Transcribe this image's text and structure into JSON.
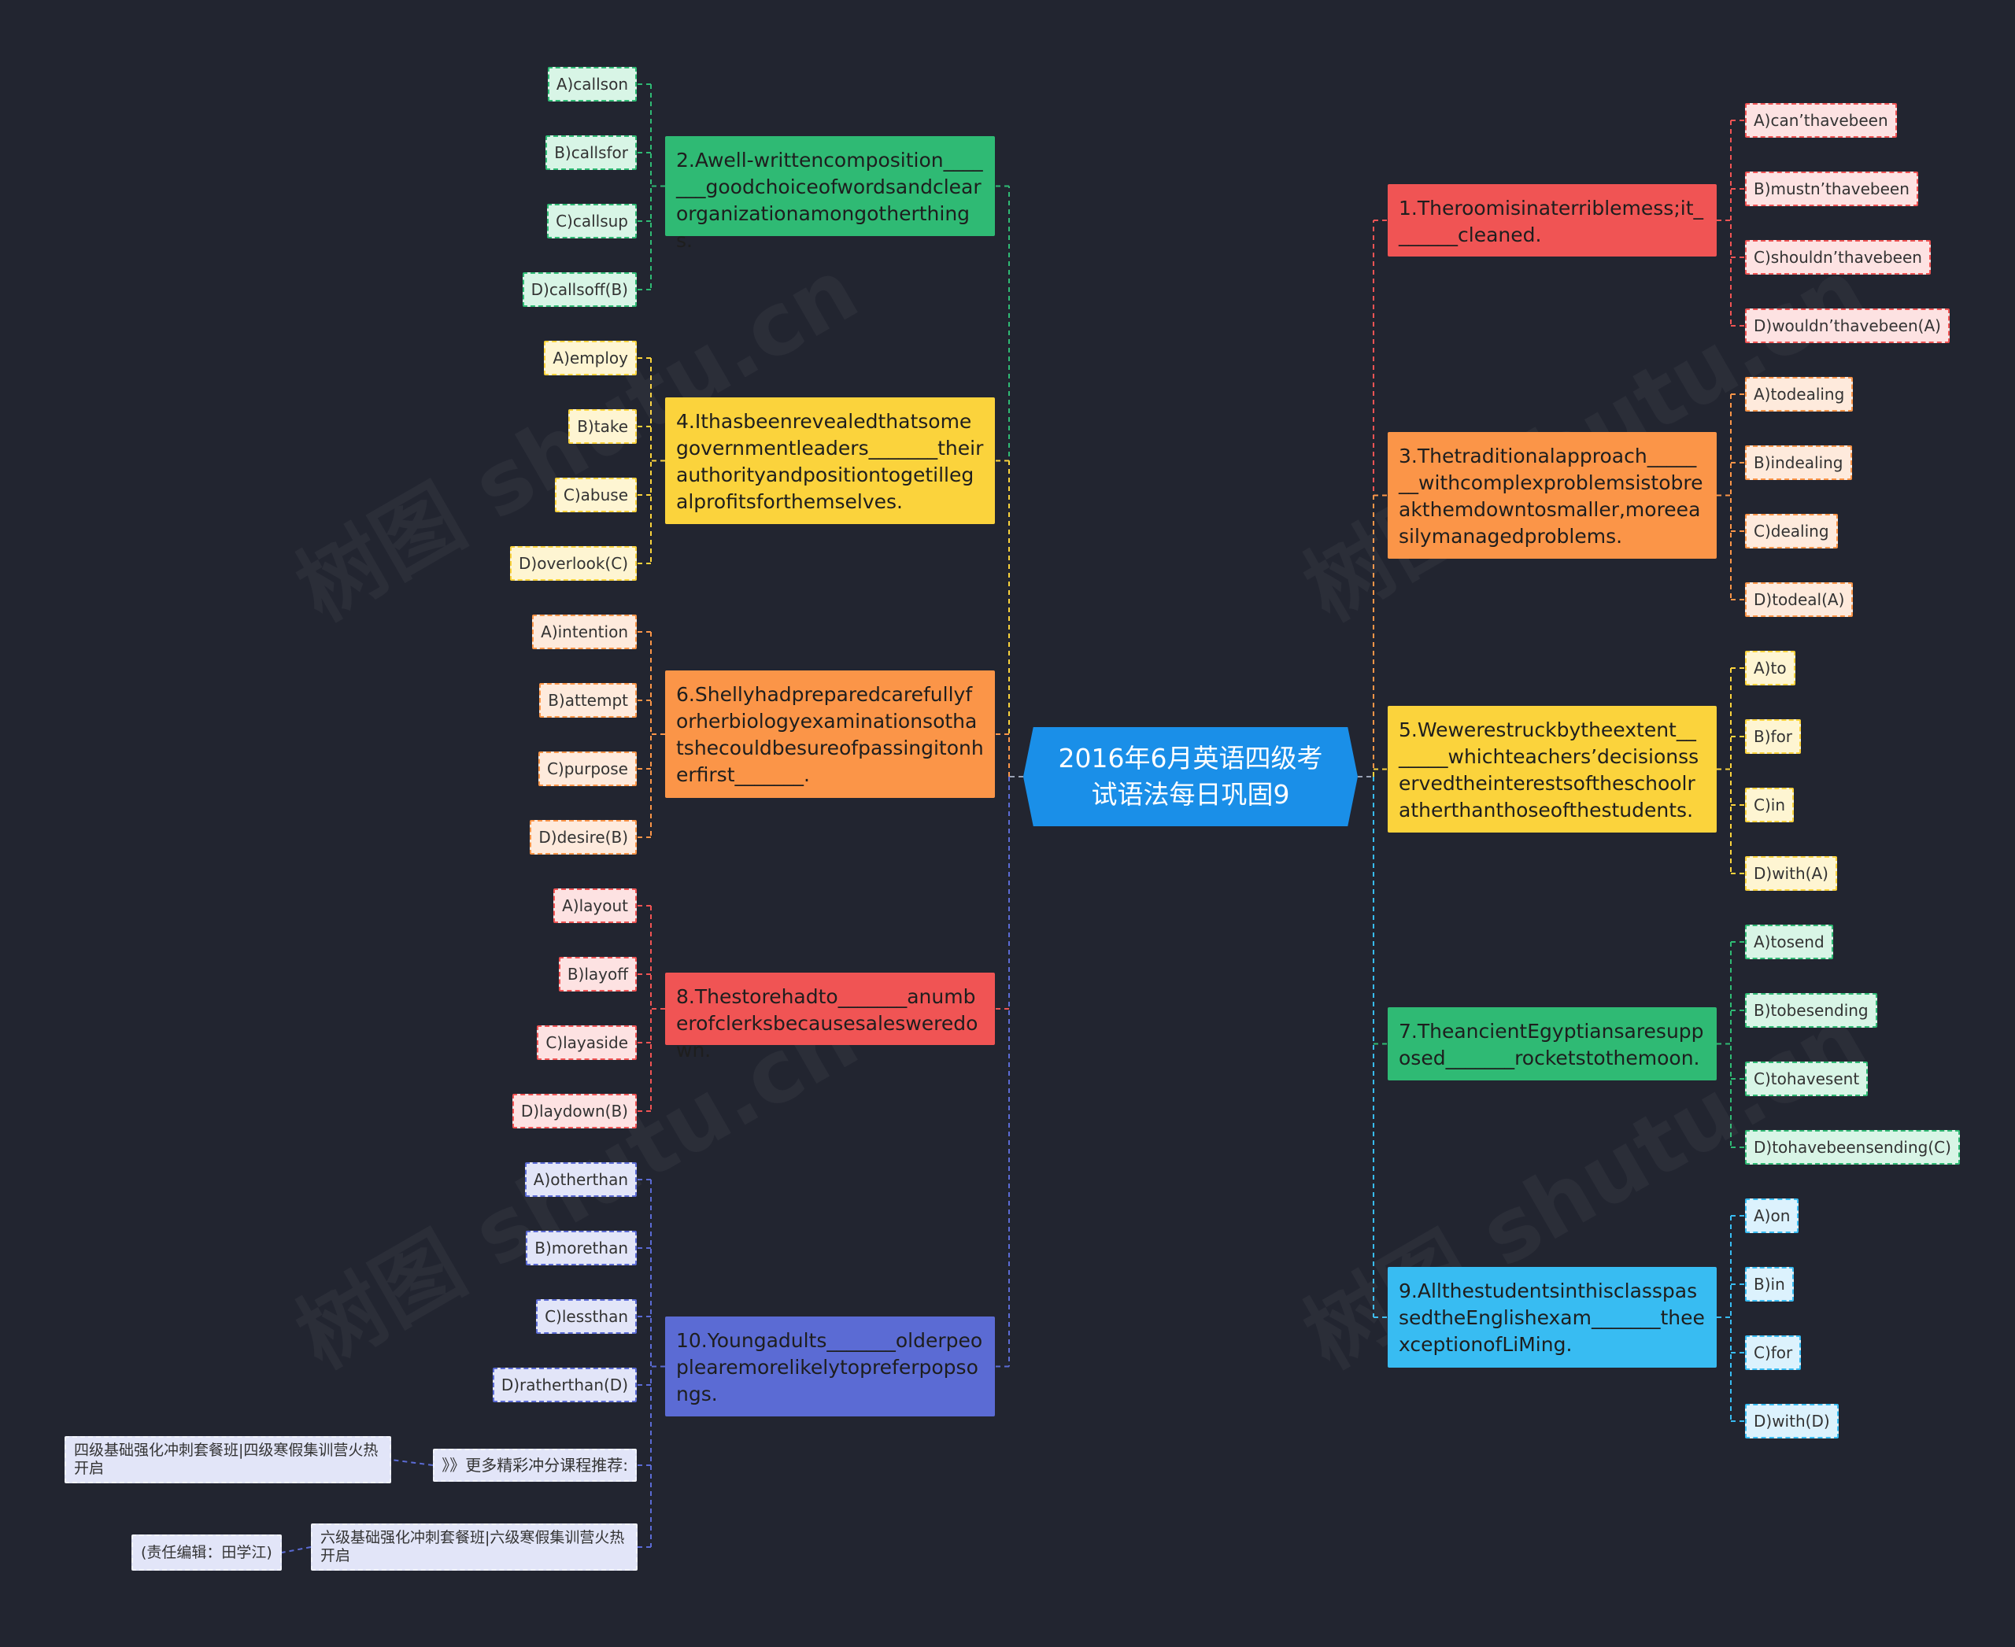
{
  "colors": {
    "background": "#222530",
    "root": "#1a8fe8",
    "red": "#f05454",
    "green": "#2fba74",
    "yellow": "#fbd33c",
    "orange": "#fb9548",
    "cyan": "#38bcf2",
    "blue": "#5b6bd4"
  },
  "root": {
    "title": "2016年6月英语四级考试语法每日巩固9"
  },
  "watermark": "树图 shutu.cn",
  "questions": [
    {
      "id": "q1",
      "text": "1.Theroomisinaterriblemess;it_______cleaned.",
      "color": "red",
      "options": [
        "A)can’thavebeen",
        "B)mustn’thavebeen",
        "C)shouldn’thavebeen",
        "D)wouldn’thavebeen(A)"
      ],
      "option_bg": "#fde2e2",
      "line": "#f05454"
    },
    {
      "id": "q2",
      "text": "2.Awell-writtencomposition_______goodchoiceofwordsandclearorganizationamongotherthings.",
      "color": "green",
      "options": [
        "A)callson",
        "B)callsfor",
        "C)callsup",
        "D)callsoff(B)"
      ],
      "option_bg": "#d8f5e6",
      "line": "#2fba74"
    },
    {
      "id": "q3",
      "text": "3.Thetraditionalapproach_______withcomplexproblemsistobreakthemdowntosmaller,moreeasilymanagedproblems.",
      "color": "orange",
      "options": [
        "A)todealing",
        "B)indealing",
        "C)dealing",
        "D)todeal(A)"
      ],
      "option_bg": "#feeadc",
      "line": "#fb9548"
    },
    {
      "id": "q4",
      "text": "4.Ithasbeenrevealedthatsomegovernmentleaders_______theirauthorityandpositiontogetillegalprofitsforthemselves.",
      "color": "yellow",
      "options": [
        "A)employ",
        "B)take",
        "C)abuse",
        "D)overlook(C)"
      ],
      "option_bg": "#fef5d2",
      "line": "#fbd33c"
    },
    {
      "id": "q5",
      "text": "5.Wewerestruckbytheextent_______whichteachers’decisionsservedtheinterestsoftheschoolratherthanthoseofthestudents.",
      "color": "yellow",
      "options": [
        "A)to",
        "B)for",
        "C)in",
        "D)with(A)"
      ],
      "option_bg": "#fef5d2",
      "line": "#fbd33c"
    },
    {
      "id": "q6",
      "text": "6.Shellyhadpreparedcarefullyforherbiologyexaminationsothatshecouldbesureofpassingitonherfirst_______.",
      "color": "orange",
      "options": [
        "A)intention",
        "B)attempt",
        "C)purpose",
        "D)desire(B)"
      ],
      "option_bg": "#feeadc",
      "line": "#fb9548"
    },
    {
      "id": "q7",
      "text": "7.TheancientEgyptiansaresupposed_______rocketstothemoon.",
      "color": "green",
      "options": [
        "A)tosend",
        "B)tobesending",
        "C)tohavesent",
        "D)tohavebeensending(C)"
      ],
      "option_bg": "#d8f5e6",
      "line": "#2fba74"
    },
    {
      "id": "q8",
      "text": "8.Thestorehadto_______anumberofclerksbecausesalesweredown.",
      "color": "red",
      "options": [
        "A)layout",
        "B)layoff",
        "C)layaside",
        "D)laydown(B)"
      ],
      "option_bg": "#fde2e2",
      "line": "#f05454"
    },
    {
      "id": "q9",
      "text": "9.AllthestudentsinthisclasspassedtheEnglishexam_______theexceptionofLiMing.",
      "color": "cyan",
      "options": [
        "A)on",
        "B)in",
        "C)for",
        "D)with(D)"
      ],
      "option_bg": "#dcf2fd",
      "line": "#38bcf2"
    },
    {
      "id": "q10",
      "text": "10.Youngadults_______olderpeoplearemorelikelytopreferpopsongs.",
      "color": "blue",
      "options": [
        "A)otherthan",
        "B)morethan",
        "C)lessthan",
        "D)ratherthan(D)"
      ],
      "option_bg": "#e2e5f8",
      "line": "#5b6bd4"
    }
  ],
  "extras": [
    {
      "id": "e1",
      "text": "》》更多精彩冲分课程推荐:"
    },
    {
      "id": "e2",
      "text": "六级基础强化冲刺套餐班|六级寒假集训营火热开启"
    },
    {
      "id": "e3",
      "text": "四级基础强化冲刺套餐班|四级寒假集训营火热开启"
    },
    {
      "id": "e4",
      "text": "(责任编辑：田学江)"
    }
  ]
}
